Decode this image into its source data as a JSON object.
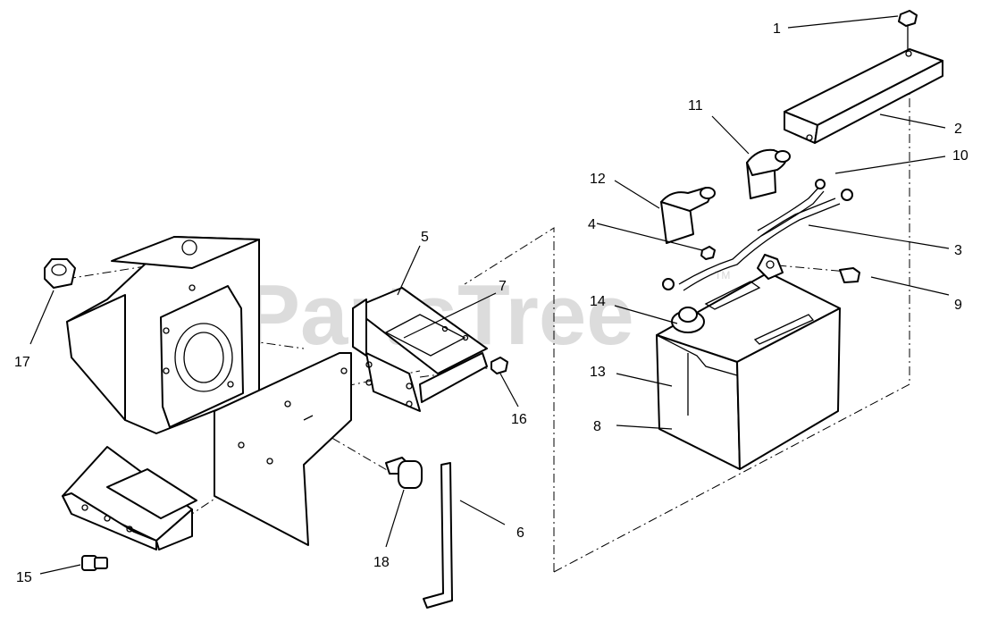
{
  "watermark": {
    "text": "PartsTree",
    "tm": "TM"
  },
  "callouts": [
    {
      "id": "c1",
      "label": "1"
    },
    {
      "id": "c2",
      "label": "2"
    },
    {
      "id": "c3",
      "label": "3"
    },
    {
      "id": "c4",
      "label": "4"
    },
    {
      "id": "c5",
      "label": "5"
    },
    {
      "id": "c6",
      "label": "6"
    },
    {
      "id": "c7",
      "label": "7"
    },
    {
      "id": "c8",
      "label": "8"
    },
    {
      "id": "c9",
      "label": "9"
    },
    {
      "id": "c10",
      "label": "10"
    },
    {
      "id": "c11",
      "label": "11"
    },
    {
      "id": "c12",
      "label": "12"
    },
    {
      "id": "c13",
      "label": "13"
    },
    {
      "id": "c14",
      "label": "14"
    },
    {
      "id": "c15",
      "label": "15"
    },
    {
      "id": "c16",
      "label": "16"
    },
    {
      "id": "c17",
      "label": "17"
    },
    {
      "id": "c18",
      "label": "18"
    }
  ]
}
